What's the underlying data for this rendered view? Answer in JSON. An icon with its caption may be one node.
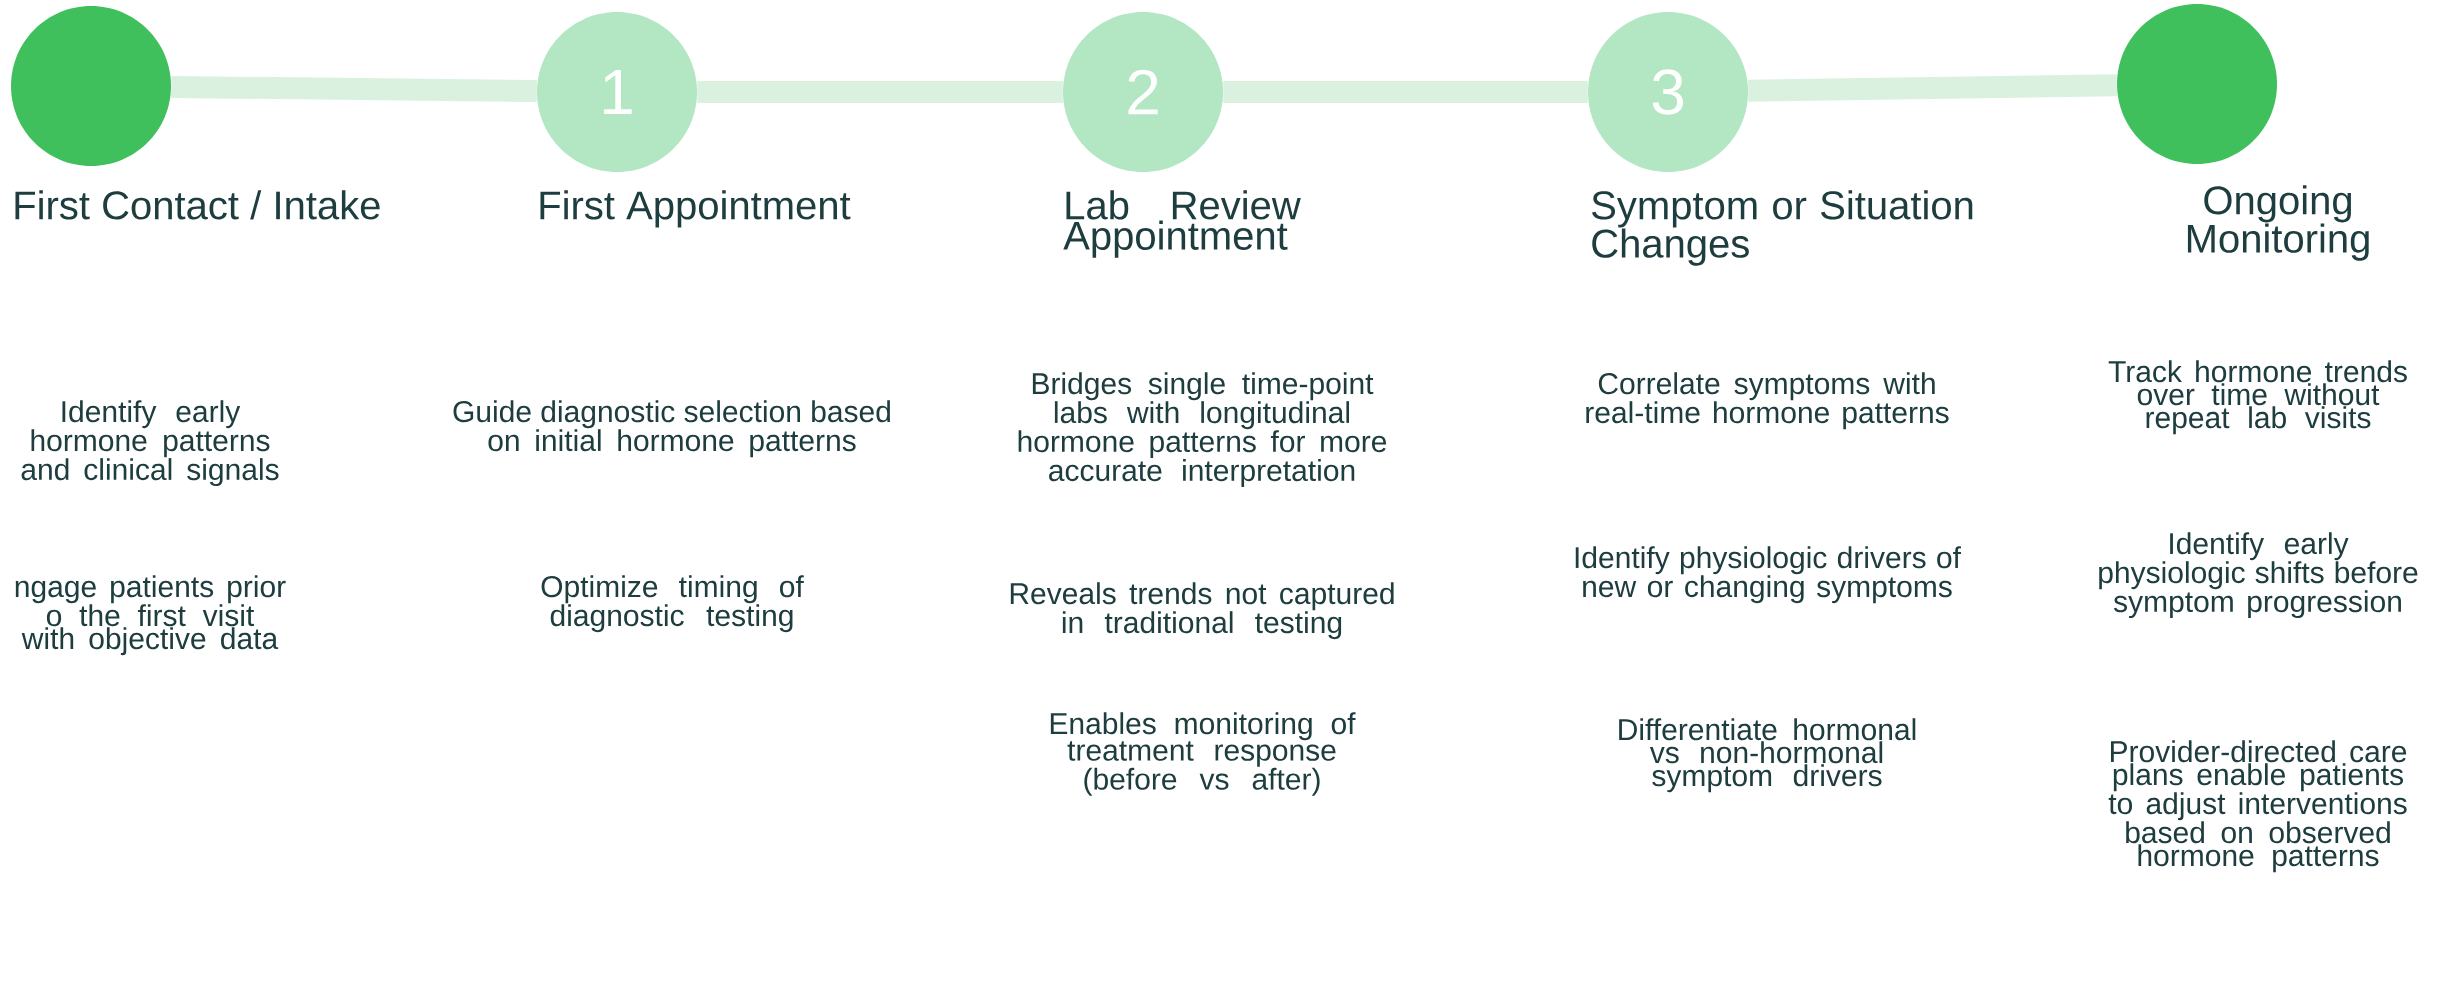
{
  "diagram": {
    "nodes": [
      {
        "text": [],
        "shape": "circle",
        "beside": [
          "First Contact / Intake"
        ]
      },
      {
        "text": [
          "1"
        ],
        "beside": [
          "First Appointment"
        ]
      },
      {
        "text": [
          "2"
        ],
        "beside": [
          "Lab Review Appointment"
        ]
      },
      {
        "text": [
          "3"
        ],
        "beside": [
          "Symptom or Situation Changes"
        ]
      },
      {
        "text": [],
        "shape": "circle",
        "beside": [
          "Ongoing Monitoring"
        ]
      }
    ],
    "edges": [
      {
        "from": 0,
        "to": 1,
        "arrow": "none"
      },
      {
        "from": 1,
        "to": 2,
        "arrow": "none"
      },
      {
        "from": 2,
        "to": 3,
        "arrow": "none"
      },
      {
        "from": 3,
        "to": 4,
        "arrow": "none"
      }
    ],
    "labels": [
      "Identify early hormone patterns and clinical signals",
      "ngage patients prior o the first visit with objective data",
      "Guide diagnostic selection based on initial hormone patterns",
      "Optimize timing of diagnostic testing",
      "Bridges single time-point labs with longitudinal hormone patterns for more accurate interpretation",
      "Reveals trends not captured in traditional testing",
      "Enables monitoring of treatment response (before vs after)",
      "Correlate symptoms with real-time hormone patterns",
      "Identify physiologic drivers of new or changing symptoms",
      "Differentiate hormonal vs non-hormonal symptom drivers",
      "Track hormone trends over time without repeat lab visits",
      "Identify early physiologic shifts before symptom progression",
      "Provider-directed care plans enable patients to adjust interventions based on observed hormone patterns"
    ]
  }
}
